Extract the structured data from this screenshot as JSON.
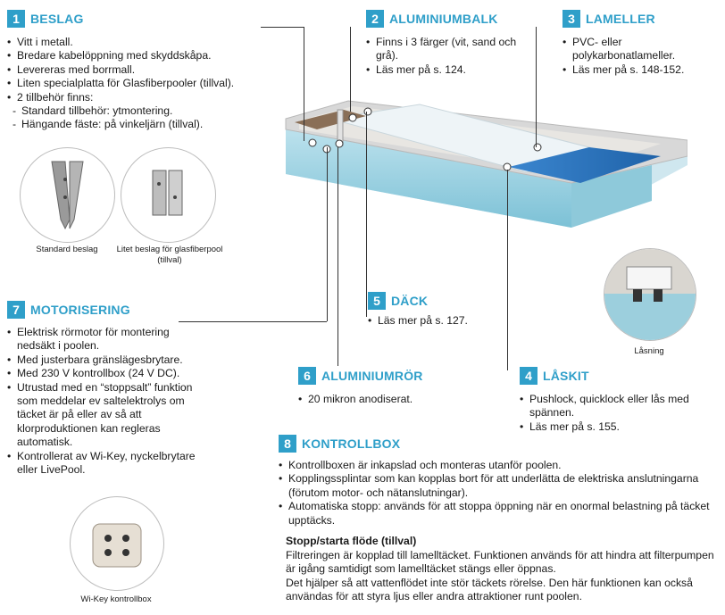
{
  "sections": {
    "beslag": {
      "num": "1",
      "title": "BESLAG",
      "items": [
        "Vitt i metall.",
        "Bredare kabelöppning med skyddskåpa.",
        "Levereras med borrmall.",
        "Liten specialplatta för Glasfiberpooler (tillval).",
        "2 tillbehör finns:"
      ],
      "subitems": [
        "Standard tillbehör: ytmontering.",
        "Hängande fäste: på vinkeljärn (tillval)."
      ]
    },
    "aluminiumbalk": {
      "num": "2",
      "title": "ALUMINIUMBALK",
      "items": [
        "Finns i 3 färger (vit, sand och grå).",
        "Läs mer på s. 124."
      ]
    },
    "lameller": {
      "num": "3",
      "title": "LAMELLER",
      "items": [
        "PVC- eller polykarbonatlameller.",
        "Läs mer på s. 148-152."
      ]
    },
    "dack": {
      "num": "5",
      "title": "DÄCK",
      "items": [
        "Läs mer på s. 127."
      ]
    },
    "motorisering": {
      "num": "7",
      "title": "MOTORISERING",
      "items": [
        "Elektrisk rörmotor för montering nedsäkt i poolen.",
        "Med justerbara gränslägesbrytare.",
        "Med 230 V kontrollbox (24 V DC).",
        "Utrustad med en “stoppsalt” funktion som meddelar ev saltelektrolys om täcket är på eller av så att klorproduktionen kan regleras automatisk.",
        "Kontrollerat av Wi-Key, nyckelbrytare eller LivePool."
      ]
    },
    "aluminiumror": {
      "num": "6",
      "title": "ALUMINIUMRÖR",
      "items": [
        "20 mikron anodiserat."
      ]
    },
    "laskit": {
      "num": "4",
      "title": "LÅSKIT",
      "items": [
        "Pushlock, quicklock eller lås med spännen.",
        "Läs mer på s. 155."
      ]
    },
    "kontrollbox": {
      "num": "8",
      "title": "KONTROLLBOX",
      "items": [
        "Kontrollboxen är inkapslad och monteras utanför poolen.",
        "Kopplingssplintar som kan kopplas bort för att underlätta de elektriska anslutningarna (förutom motor- och nätanslutningar).",
        "Automatiska stopp: används för att stoppa öppning när en onormal belastning på täcket upptäcks."
      ],
      "subtitle": "Stopp/starta flöde (tillval)",
      "paragraph": "Filtreringen är kopplad till lamelltäcket. Funktionen används för att hindra att filterpumpen är igång samtidigt som lamelltäcket stängs eller öppnas.\nDet hjälper så att vattenflödet inte stör täckets rörelse. Den här funktionen kan också användas för att styra ljus eller andra attraktioner runt poolen."
    }
  },
  "captions": {
    "standard": "Standard beslag",
    "litet": "Litet beslag för glasfiberpool (tillval)",
    "lasning": "Låsning",
    "wikey": "Wi-Key kontrollbox"
  },
  "colors": {
    "accent": "#2f9fc9",
    "water": "#9fd3e2",
    "slats": "#2d76c0"
  }
}
